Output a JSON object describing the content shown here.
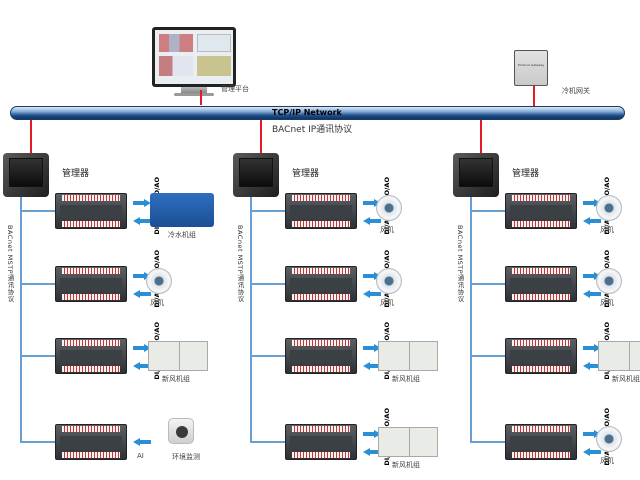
{
  "network": {
    "title": "TCP/IP  Network",
    "protocol": "BACnet IP通讯协议"
  },
  "top_devices": {
    "platform_label": "管理平台",
    "gateway_label": "冷机网关",
    "gateway_text": "Protocol Gateway"
  },
  "colors": {
    "network_link": "#e31b23",
    "bus_line": "#6a9fd4",
    "arrow": "#2b8fd6",
    "pipe_dark": "#1f4f8c"
  },
  "columns": [
    {
      "manager_label": "管理器",
      "bus_label": "BACnet MSTP通讯协议",
      "rows": [
        {
          "out_label": "DO/AO",
          "in_label": "DI/AI",
          "equipment": "chiller",
          "equipment_label": "冷水机组"
        },
        {
          "out_label": "DO/AO",
          "in_label": "DI/AI",
          "equipment": "fan",
          "equipment_label": "风机"
        },
        {
          "out_label": "DO/AO",
          "in_label": "DI/AI",
          "equipment": "ahu",
          "equipment_label": "新风机组"
        },
        {
          "out_label": "",
          "in_label": "AI",
          "equipment": "sensor",
          "equipment_label": "环境监测"
        }
      ]
    },
    {
      "manager_label": "管理器",
      "bus_label": "BACnet MSTP通讯协议",
      "rows": [
        {
          "out_label": "DO/AO",
          "in_label": "DI/AI",
          "equipment": "fan",
          "equipment_label": "风机"
        },
        {
          "out_label": "DO/AO",
          "in_label": "DI/AI",
          "equipment": "fan",
          "equipment_label": "风机"
        },
        {
          "out_label": "DO/AO",
          "in_label": "DI/AI",
          "equipment": "ahu",
          "equipment_label": "新风机组"
        },
        {
          "out_label": "DO/AO",
          "in_label": "DI/AI",
          "equipment": "ahu",
          "equipment_label": "新风机组"
        }
      ]
    },
    {
      "manager_label": "管理器",
      "bus_label": "BACnet MSTP通讯协议",
      "rows": [
        {
          "out_label": "DO/AO",
          "in_label": "DI/AI",
          "equipment": "fan",
          "equipment_label": "风机"
        },
        {
          "out_label": "DO/AO",
          "in_label": "DI/AI",
          "equipment": "fan",
          "equipment_label": "风机"
        },
        {
          "out_label": "DO/AO",
          "in_label": "DI/AI",
          "equipment": "ahu",
          "equipment_label": "新风机组"
        },
        {
          "out_label": "DO/AO",
          "in_label": "DI/AI",
          "equipment": "fan",
          "equipment_label": "风机"
        }
      ]
    }
  ]
}
